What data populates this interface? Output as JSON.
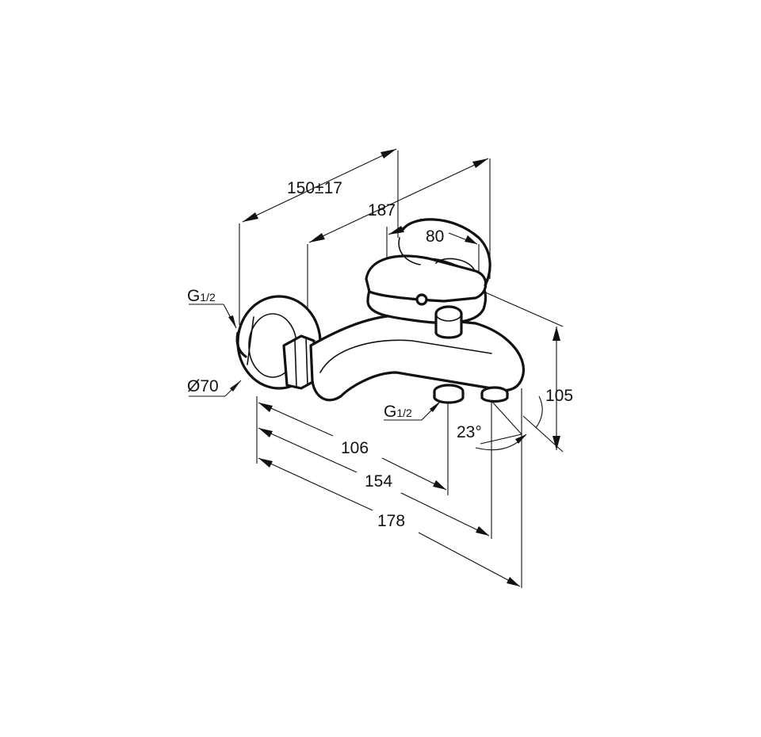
{
  "labels": {
    "overall_length_adjustable": "150±17",
    "spout_depth": "187",
    "handle_width": "80",
    "inlet_thread": "G",
    "inlet_thread_sub": "1/2",
    "rosette_diameter": "Ø70",
    "outlet_thread": "G",
    "outlet_thread_sub": "1/2",
    "swivel_angle": "23°",
    "height": "105",
    "dist_outlet_1": "106",
    "dist_outlet_2": "154",
    "dist_spout_tip": "178"
  },
  "colors": {
    "line": "#111111",
    "background": "#ffffff"
  }
}
